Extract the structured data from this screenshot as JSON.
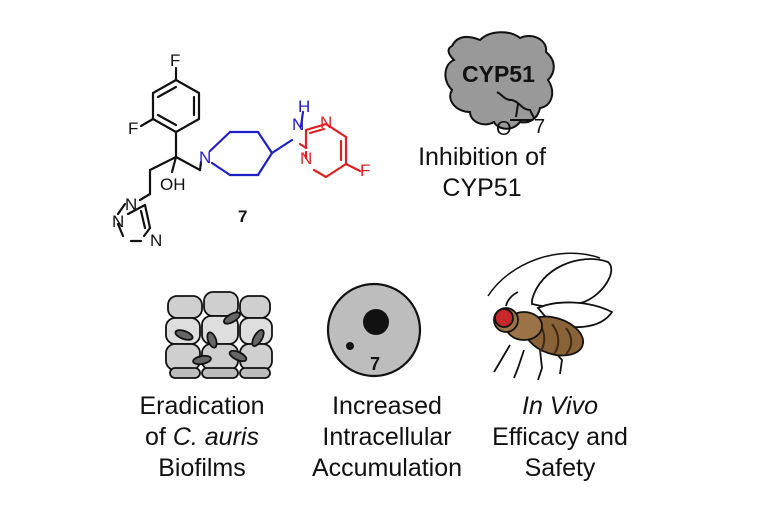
{
  "molecule": {
    "atoms": {
      "f_top": "F",
      "f_ortho": "F",
      "oh": "OH",
      "nh_h": "H",
      "nh_n": "N",
      "pip_n": "N",
      "pyr_n1": "N",
      "pyr_n2": "N",
      "f_pyr": "F",
      "tri_n1": "N",
      "tri_n2": "N",
      "tri_n4": "N"
    },
    "compound_number": "7"
  },
  "target": {
    "enzyme_label": "CYP51",
    "o_label": "O",
    "compound_ref": "7",
    "caption": [
      "Inhibition of",
      "CYP51"
    ]
  },
  "panels": {
    "biofilm": {
      "line1": "Eradication",
      "line2_pre": "of ",
      "line2_italic": "C. auris",
      "line3": "Biofilms"
    },
    "accumulation": {
      "cell_label": "7",
      "line1": "Increased",
      "line2": "Intracellular",
      "line3": "Accumulation"
    },
    "invivo": {
      "line1_italic": "In Vivo",
      "line2": "Efficacy and",
      "line3": "Safety"
    }
  },
  "colors": {
    "piperidine": "#2020c8",
    "pyrimidine": "#e02020",
    "default_bond": "#111111",
    "fly_eye": "#c8282a"
  }
}
